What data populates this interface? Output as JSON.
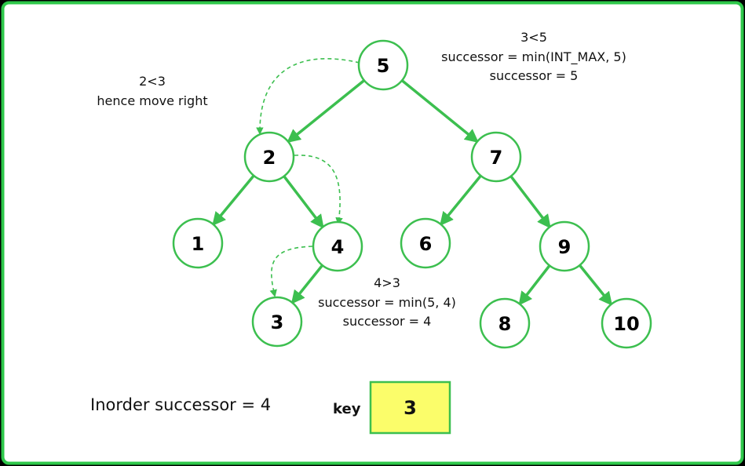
{
  "colors": {
    "border": "#2ec84a",
    "edge": "#3cbf4f",
    "node_stroke": "#3cbf4f",
    "node_fill": "#ffffff",
    "key_fill": "#fbfd6a"
  },
  "tree": {
    "nodes": [
      {
        "id": "n5",
        "label": "5"
      },
      {
        "id": "n2",
        "label": "2"
      },
      {
        "id": "n7",
        "label": "7"
      },
      {
        "id": "n1",
        "label": "1"
      },
      {
        "id": "n4",
        "label": "4"
      },
      {
        "id": "n6",
        "label": "6"
      },
      {
        "id": "n9",
        "label": "9"
      },
      {
        "id": "n3",
        "label": "3"
      },
      {
        "id": "n8",
        "label": "8"
      },
      {
        "id": "n10",
        "label": "10"
      }
    ],
    "edges": [
      {
        "from": "n5",
        "to": "n2"
      },
      {
        "from": "n5",
        "to": "n7"
      },
      {
        "from": "n2",
        "to": "n1"
      },
      {
        "from": "n2",
        "to": "n4"
      },
      {
        "from": "n7",
        "to": "n6"
      },
      {
        "from": "n7",
        "to": "n9"
      },
      {
        "from": "n4",
        "to": "n3"
      },
      {
        "from": "n9",
        "to": "n8"
      },
      {
        "from": "n9",
        "to": "n10"
      }
    ],
    "traversal": [
      {
        "from": "n5",
        "to": "n2"
      },
      {
        "from": "n2",
        "to": "n4"
      },
      {
        "from": "n4",
        "to": "n3"
      }
    ]
  },
  "notes": {
    "root_step": [
      "3<5",
      "successor = min(INT_MAX, 5)",
      "successor = 5"
    ],
    "left_step": [
      "2<3",
      "hence move right"
    ],
    "node4_step": [
      "4>3",
      "successor = min(5, 4)",
      "successor = 4"
    ]
  },
  "result": {
    "text": "Inorder successor = 4"
  },
  "key": {
    "label": "key",
    "value": "3"
  }
}
